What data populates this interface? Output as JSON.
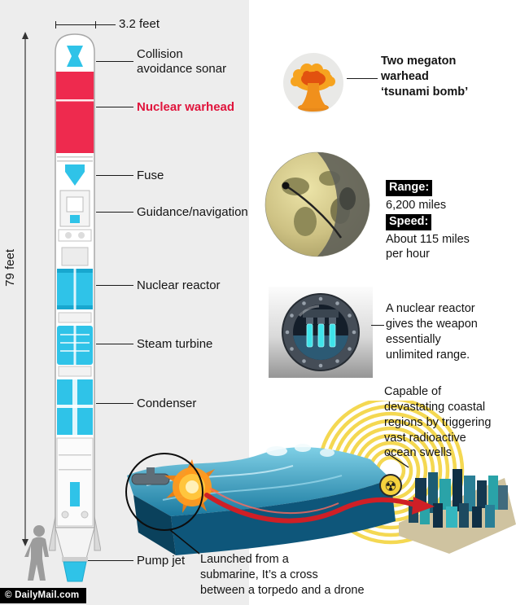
{
  "brand": {
    "credit": "© DailyMail.com"
  },
  "dimensions": {
    "length": "79 feet",
    "width": "3.2 feet"
  },
  "labels": [
    {
      "text": "Collision\navoidance sonar"
    },
    {
      "text": "Nuclear warhead"
    },
    {
      "text": "Fuse"
    },
    {
      "text": "Guidance/navigation"
    },
    {
      "text": "Nuclear reactor"
    },
    {
      "text": "Steam turbine"
    },
    {
      "text": "Condenser"
    },
    {
      "text": "Pump jet"
    }
  ],
  "callouts": {
    "warhead": "Two megaton\nwarhead\n‘tsunami bomb’",
    "range_label": "Range:",
    "range_value": "6,200 miles",
    "speed_label": "Speed:",
    "speed_value": "About 115 miles\nper hour",
    "reactor": "A nuclear reactor\ngives the weapon\nessentially\nunlimited range.",
    "capability": "Capable of\ndevastating coastal\nregions by triggering\nvast radioactive\nocean swells",
    "launch": "Launched from a\nsubmarine, It’s a cross\nbetween a torpedo and a drone"
  },
  "icons": {
    "mushroom_cloud": "mushroom-cloud-icon",
    "globe": "globe-range-icon",
    "reactor_porthole": "reactor-porthole-icon",
    "radiation": "☢"
  },
  "colors": {
    "warhead_red": "#ee2a4e",
    "component_cyan": "#2fc3e8",
    "label_red": "#e0143c",
    "ray_yellow": "#f3d440",
    "panel_gray": "#ededed"
  }
}
